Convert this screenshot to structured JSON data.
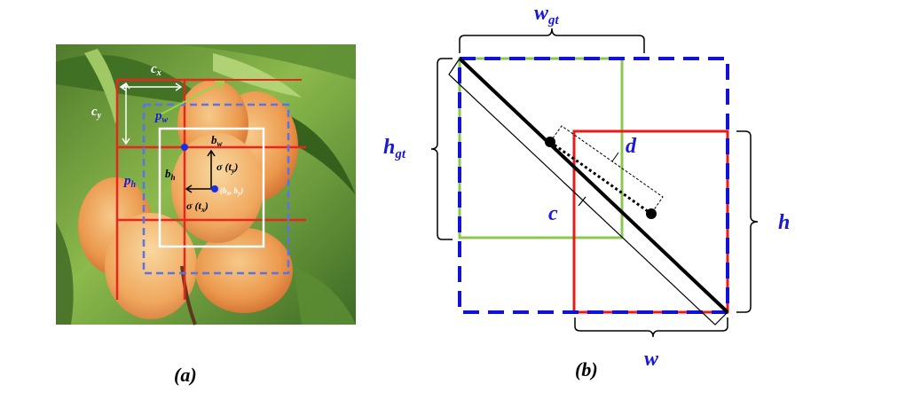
{
  "panel_a": {
    "caption": "(a)",
    "labels": {
      "cx": "c",
      "cx_sub": "x",
      "cy": "c",
      "cy_sub": "y",
      "pw": "p",
      "pw_sub": "w",
      "ph": "p",
      "ph_sub": "h",
      "bw": "b",
      "bw_sub": "w",
      "bh": "b",
      "bh_sub": "h",
      "sigma_ty": "σ (t",
      "sigma_ty_sub": "y",
      "sigma_tx": "σ (t",
      "sigma_tx_sub": "x",
      "center": "(b",
      "center_x_sub": "x",
      "center_sep": ", b",
      "center_y_sub": "y"
    },
    "colors": {
      "grid": "#e8261e",
      "anchor": "#5a73e8",
      "pred": "#ffffff",
      "point": "#1a2ee6",
      "label_blue": "#1a1ad6"
    }
  },
  "panel_b": {
    "caption": "(b)",
    "labels": {
      "wgt": "w",
      "wgt_sub": "gt",
      "hgt": "h",
      "hgt_sub": "gt",
      "h": "h",
      "w": "w",
      "c": "c",
      "d": "d"
    },
    "colors": {
      "enclosing": "#1212d6",
      "ground_truth": "#8cc850",
      "prediction": "#e81a1a",
      "label_blue": "#1a1ad6"
    }
  }
}
